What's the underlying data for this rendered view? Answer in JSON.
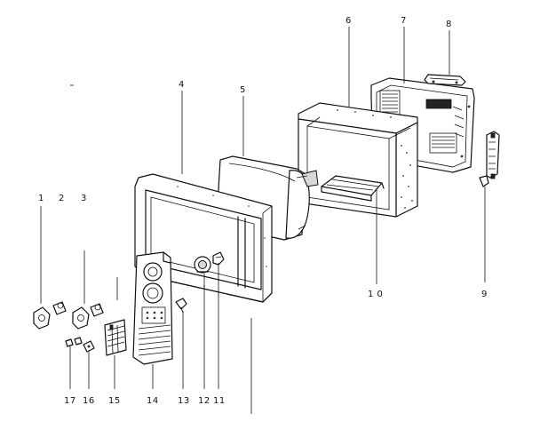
{
  "diagram": {
    "callouts": [
      {
        "id": "c1",
        "text": "1"
      },
      {
        "id": "c2",
        "text": "2"
      },
      {
        "id": "c3",
        "text": "3"
      },
      {
        "id": "c4",
        "text": "4"
      },
      {
        "id": "c5",
        "text": "5"
      },
      {
        "id": "c6",
        "text": "6"
      },
      {
        "id": "c7",
        "text": "7"
      },
      {
        "id": "c8",
        "text": "8"
      },
      {
        "id": "c9",
        "text": "9"
      },
      {
        "id": "c10",
        "text": "1 0"
      },
      {
        "id": "c11",
        "text": "11"
      },
      {
        "id": "c12",
        "text": "12"
      },
      {
        "id": "c13",
        "text": "13"
      },
      {
        "id": "c14",
        "text": "14"
      },
      {
        "id": "c15",
        "text": "15"
      },
      {
        "id": "c16",
        "text": "16"
      },
      {
        "id": "c17",
        "text": "17"
      }
    ]
  }
}
